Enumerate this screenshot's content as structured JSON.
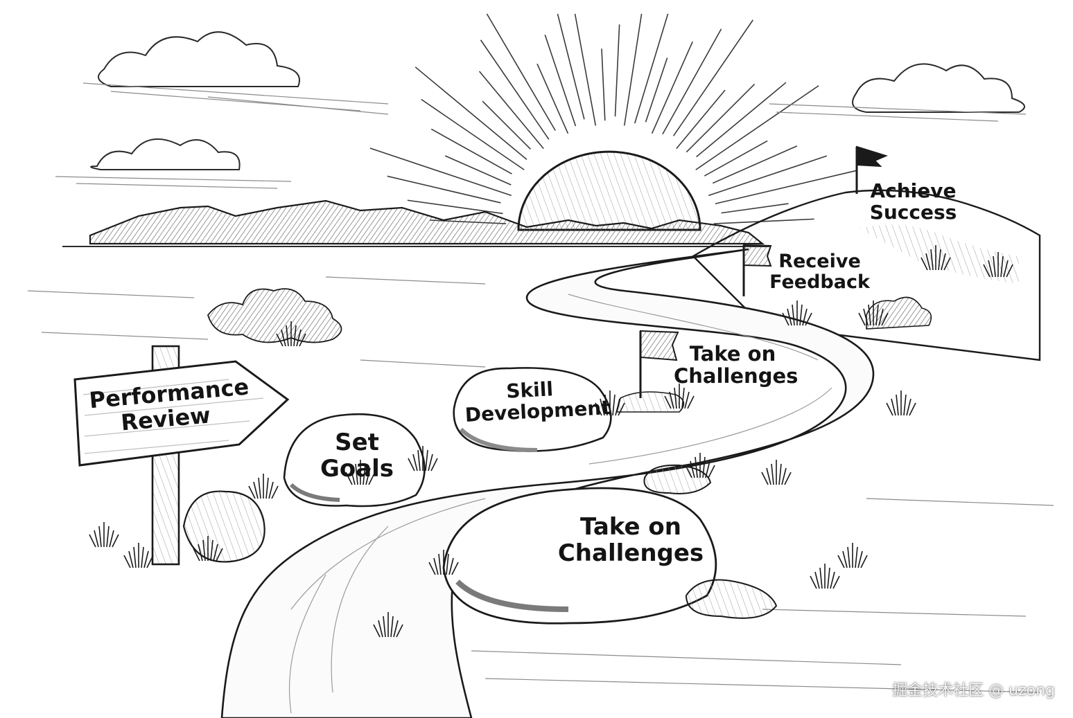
{
  "signpost": {
    "line1": "Performance",
    "line2": "Review"
  },
  "milestones": {
    "set_goals": {
      "line1": "Set",
      "line2": "Goals"
    },
    "skill_development": {
      "line1": "Skill",
      "line2": "Development"
    },
    "take_on_challenges_flag": {
      "line1": "Take on",
      "line2": "Challenges"
    },
    "receive_feedback": {
      "line1": "Receive",
      "line2": "Feedback"
    },
    "achieve_success": {
      "line1": "Achieve",
      "line2": "Success"
    },
    "take_on_challenges_rock": {
      "line1": "Take on",
      "line2": "Challenges"
    }
  },
  "watermark": {
    "text": "掘金技术社区 @ uzong"
  },
  "colors": {
    "ink": "#1a1a1a",
    "shade": "#8a8a8a",
    "light_shade": "#cfcfcf",
    "paper": "#ffffff"
  }
}
